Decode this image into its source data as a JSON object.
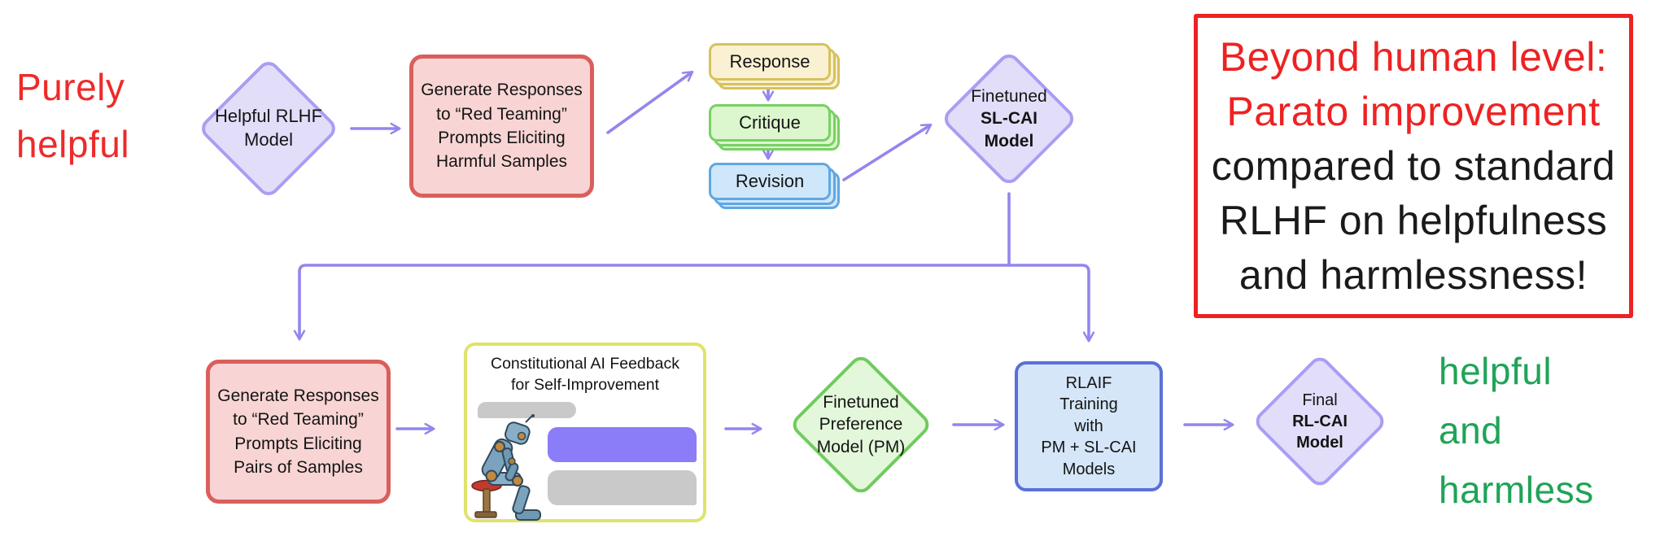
{
  "colors": {
    "arrow": "#9286ee",
    "lavender_fill": "#e2defa",
    "lavender_border": "#a89ef3",
    "red_node_fill": "#f8d5d4",
    "red_node_border": "#da5f5c",
    "yellow_card_fill": "#faf1d2",
    "yellow_card_border": "#d6c25d",
    "green_card_fill": "#dcf6cd",
    "green_card_border": "#77d163",
    "blue_card_fill": "#cfe7fa",
    "blue_card_border": "#60a7e2",
    "green_diamond_fill": "#e3f8da",
    "green_diamond_border": "#70cb5e",
    "rlaif_fill": "#d4e6f8",
    "rlaif_border": "#5b6fd9",
    "cai_panel_border": "#dfe36b",
    "chat_bubble_gray": "#c9c9c9",
    "chat_bubble_purple": "#8b7cf8",
    "annotation_red": "#ee2a2a",
    "annotation_green": "#1fa457"
  },
  "annotations": {
    "purely_helpful": {
      "lines": [
        "Purely",
        "helpful"
      ]
    },
    "helpful_harmless": {
      "lines": [
        "helpful",
        "and",
        "harmless"
      ]
    },
    "callout": {
      "red_lines": [
        "Beyond human level:",
        "Parato improvement"
      ],
      "black_lines": [
        "compared to standard",
        "RLHF on helpfulness",
        "and harmlessness!"
      ]
    }
  },
  "nodes": {
    "helpful_rlhf": {
      "lines": [
        "Helpful RLHF",
        "Model"
      ]
    },
    "gen_harmful": {
      "lines": [
        "Generate Responses",
        "to “Red Teaming”",
        "Prompts Eliciting",
        "Harmful Samples"
      ]
    },
    "response_card": {
      "label": "Response"
    },
    "critique_card": {
      "label": "Critique"
    },
    "revision_card": {
      "label": "Revision"
    },
    "sl_cai": {
      "lines": [
        "Finetuned",
        "SL-CAI",
        "Model"
      ]
    },
    "gen_pairs": {
      "lines": [
        "Generate Responses",
        "to “Red Teaming”",
        "Prompts Eliciting",
        "Pairs of Samples"
      ]
    },
    "cai_feedback": {
      "title_lines": [
        "Constitutional AI Feedback",
        "for Self-Improvement"
      ]
    },
    "preference_model": {
      "lines": [
        "Finetuned",
        "Preference",
        "Model (PM)"
      ]
    },
    "rlaif": {
      "lines": [
        "RLAIF",
        "Training",
        "with",
        "PM + SL-CAI",
        "Models"
      ]
    },
    "rl_cai": {
      "lines": [
        "Final",
        "RL-CAI",
        "Model"
      ]
    }
  }
}
